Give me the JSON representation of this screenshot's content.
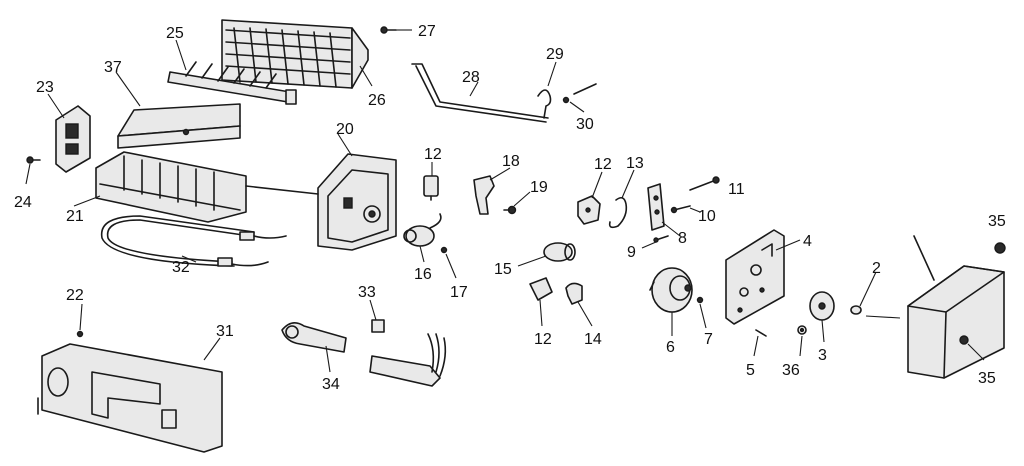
{
  "diagram": {
    "callouts": [
      {
        "id": "c2",
        "text": "2"
      },
      {
        "id": "c3",
        "text": "3"
      },
      {
        "id": "c4",
        "text": "4"
      },
      {
        "id": "c5",
        "text": "5"
      },
      {
        "id": "c6",
        "text": "6"
      },
      {
        "id": "c7",
        "text": "7"
      },
      {
        "id": "c8",
        "text": "8"
      },
      {
        "id": "c9",
        "text": "9"
      },
      {
        "id": "c10",
        "text": "10"
      },
      {
        "id": "c11",
        "text": "11"
      },
      {
        "id": "c12a",
        "text": "12"
      },
      {
        "id": "c12b",
        "text": "12"
      },
      {
        "id": "c12c",
        "text": "12"
      },
      {
        "id": "c13",
        "text": "13"
      },
      {
        "id": "c14",
        "text": "14"
      },
      {
        "id": "c15",
        "text": "15"
      },
      {
        "id": "c16",
        "text": "16"
      },
      {
        "id": "c17",
        "text": "17"
      },
      {
        "id": "c18",
        "text": "18"
      },
      {
        "id": "c19",
        "text": "19"
      },
      {
        "id": "c20",
        "text": "20"
      },
      {
        "id": "c21",
        "text": "21"
      },
      {
        "id": "c22",
        "text": "22"
      },
      {
        "id": "c23",
        "text": "23"
      },
      {
        "id": "c24",
        "text": "24"
      },
      {
        "id": "c25",
        "text": "25"
      },
      {
        "id": "c26",
        "text": "26"
      },
      {
        "id": "c27",
        "text": "27"
      },
      {
        "id": "c28",
        "text": "28"
      },
      {
        "id": "c29",
        "text": "29"
      },
      {
        "id": "c30",
        "text": "30"
      },
      {
        "id": "c31",
        "text": "31"
      },
      {
        "id": "c32",
        "text": "32"
      },
      {
        "id": "c33",
        "text": "33"
      },
      {
        "id": "c34",
        "text": "34"
      },
      {
        "id": "c35a",
        "text": "35"
      },
      {
        "id": "c35b",
        "text": "35"
      },
      {
        "id": "c36",
        "text": "36"
      },
      {
        "id": "c37",
        "text": "37"
      }
    ]
  }
}
